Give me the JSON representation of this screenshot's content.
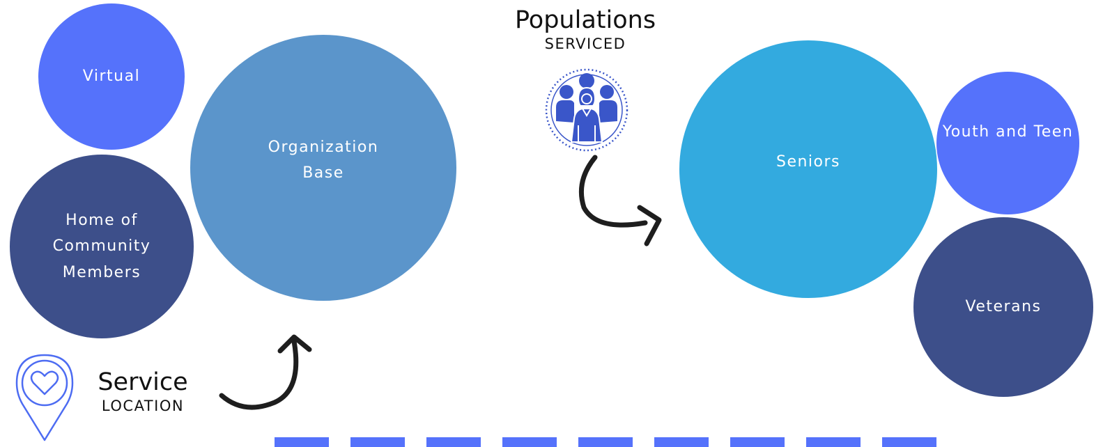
{
  "populations": {
    "heading": "Populations",
    "subheading": "SERVICED",
    "icon": "people-group-icon"
  },
  "service": {
    "heading": "Service",
    "subheading": "LOCATION",
    "icon": "location-heart-pin-icon"
  },
  "bubbles": {
    "virtual": {
      "lines": [
        "Virtual"
      ],
      "color": "#5572fb"
    },
    "home": {
      "lines": [
        "Home of",
        "Community",
        "Members"
      ],
      "color": "#3d4f8a"
    },
    "org": {
      "lines": [
        "Organization",
        "Base"
      ],
      "color": "#5b95cb"
    },
    "seniors": {
      "lines": [
        "Seniors"
      ],
      "color": "#33aadf"
    },
    "youth": {
      "lines": [
        "Youth and Teen"
      ],
      "color": "#5572fb"
    },
    "veterans": {
      "lines": [
        "Veterans"
      ],
      "color": "#3d4f8a"
    }
  },
  "colors": {
    "accent": "#5572fb",
    "arrow": "#1e1e1e",
    "footer": "#5572fb"
  }
}
